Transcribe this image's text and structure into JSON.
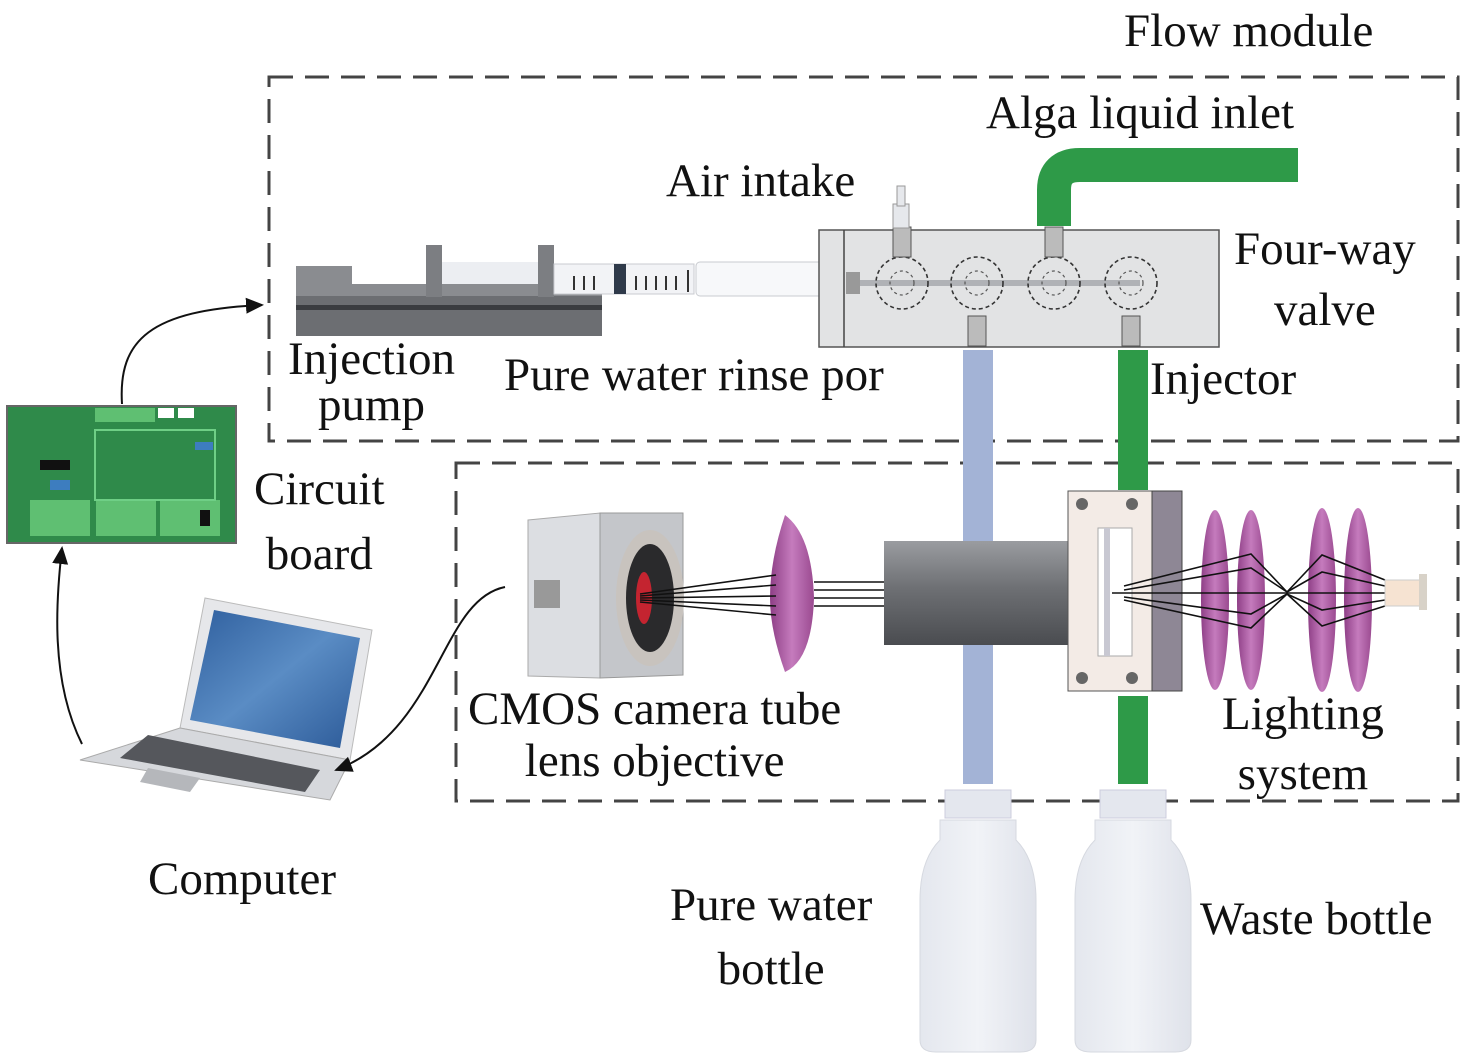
{
  "diagram": {
    "title": "Flow module",
    "modules": {
      "flow_module": "Flow module"
    },
    "labels": {
      "air_intake": "Air intake",
      "alga_liquid_inlet": "Alga liquid inlet",
      "four_way_valve": [
        "Four-way",
        "valve"
      ],
      "injection_pump": [
        "Injection",
        "pump"
      ],
      "pure_water_rinse_port": "Pure water rinse por",
      "injector": "Injector",
      "circuit_board": [
        "Circuit",
        "board"
      ],
      "cmos_camera": [
        "CMOS camera tube",
        "lens objective"
      ],
      "lighting_system": [
        "Lighting",
        "system"
      ],
      "computer": "Computer",
      "pure_water_bottle": [
        "Pure water",
        "bottle"
      ],
      "waste_bottle": "Waste bottle"
    },
    "colors": {
      "green_tube": "#2e9a48",
      "blue_tube": "#a3b3d6",
      "lens_purple": "#b466a8",
      "pcb_green": "#2f8a4a",
      "screen_blue": "#3d6fae",
      "dashed_border": "#444444"
    }
  }
}
